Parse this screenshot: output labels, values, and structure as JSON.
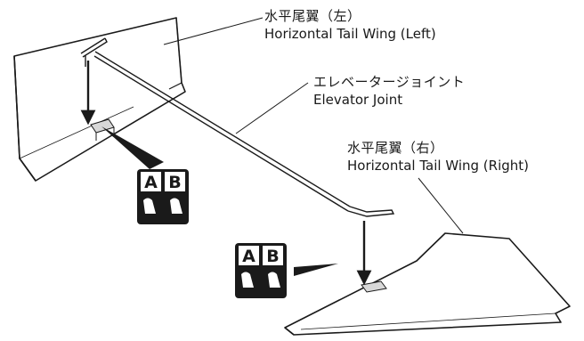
{
  "labels": {
    "left_wing": {
      "ja": "水平尾翼（左）",
      "en": "Horizontal Tail Wing (Left)"
    },
    "elevator_joint": {
      "ja": "エレベータージョイント",
      "en": "Elevator Joint"
    },
    "right_wing": {
      "ja": "水平尾翼（右）",
      "en": "Horizontal Tail Wing (Right)"
    }
  },
  "badges": [
    {
      "letters": [
        "A",
        "B"
      ]
    },
    {
      "letters": [
        "A",
        "B"
      ]
    }
  ],
  "colors": {
    "ink": "#1a1a1a",
    "paper": "#ffffff",
    "slot": "#d8d8d8"
  }
}
